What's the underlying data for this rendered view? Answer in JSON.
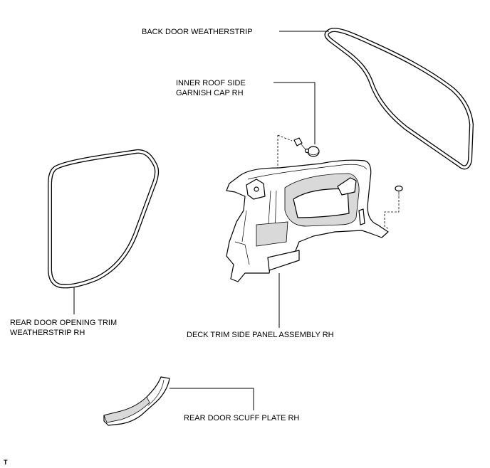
{
  "labels": {
    "back_door_weatherstrip": "BACK DOOR WEATHERSTRIP",
    "inner_roof_cap_line1": "INNER ROOF SIDE",
    "inner_roof_cap_line2": "GARNISH CAP RH",
    "rear_door_trim_line1": "REAR DOOR OPENING TRIM",
    "rear_door_trim_line2": "WEATHERSTRIP RH",
    "deck_trim_panel": "DECK TRIM SIDE PANEL ASSEMBLY RH",
    "rear_door_scuff": "REAR DOOR SCUFF PLATE RH"
  },
  "corner_mark": "T"
}
